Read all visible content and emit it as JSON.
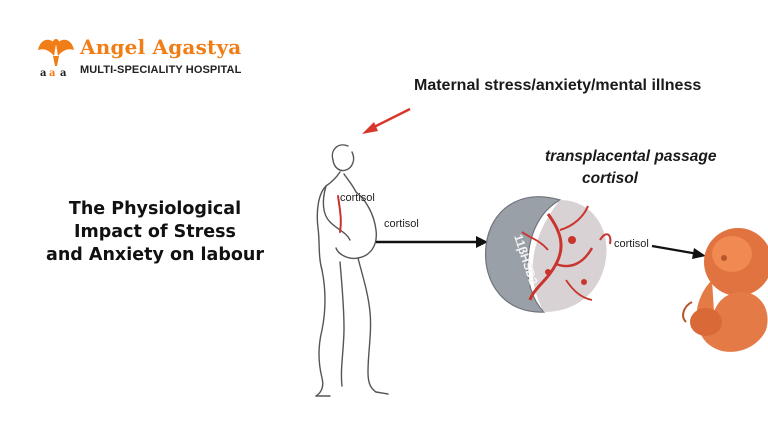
{
  "brand": {
    "name": "Angel Agastya",
    "tagline": "MULTI-SPECIALITY HOSPITAL",
    "colors": {
      "orange": "#f07d16",
      "red_arrow": "#d9362b",
      "placenta_red": "#c9352e"
    }
  },
  "headline": {
    "line1": "The Physiological",
    "line2": "Impact of Stress",
    "line3": "and Anxiety on labour"
  },
  "diagram": {
    "maternal_label": "Maternal stress/anxiety/mental illness",
    "transplacental_line1": "transplacental passage",
    "transplacental_line2": "cortisol",
    "cortisol_label_body": "cortisol",
    "cortisol_label_arrow1": "cortisol",
    "cortisol_label_arrow2": "cortisol",
    "placenta_text": "11βHSD2"
  }
}
